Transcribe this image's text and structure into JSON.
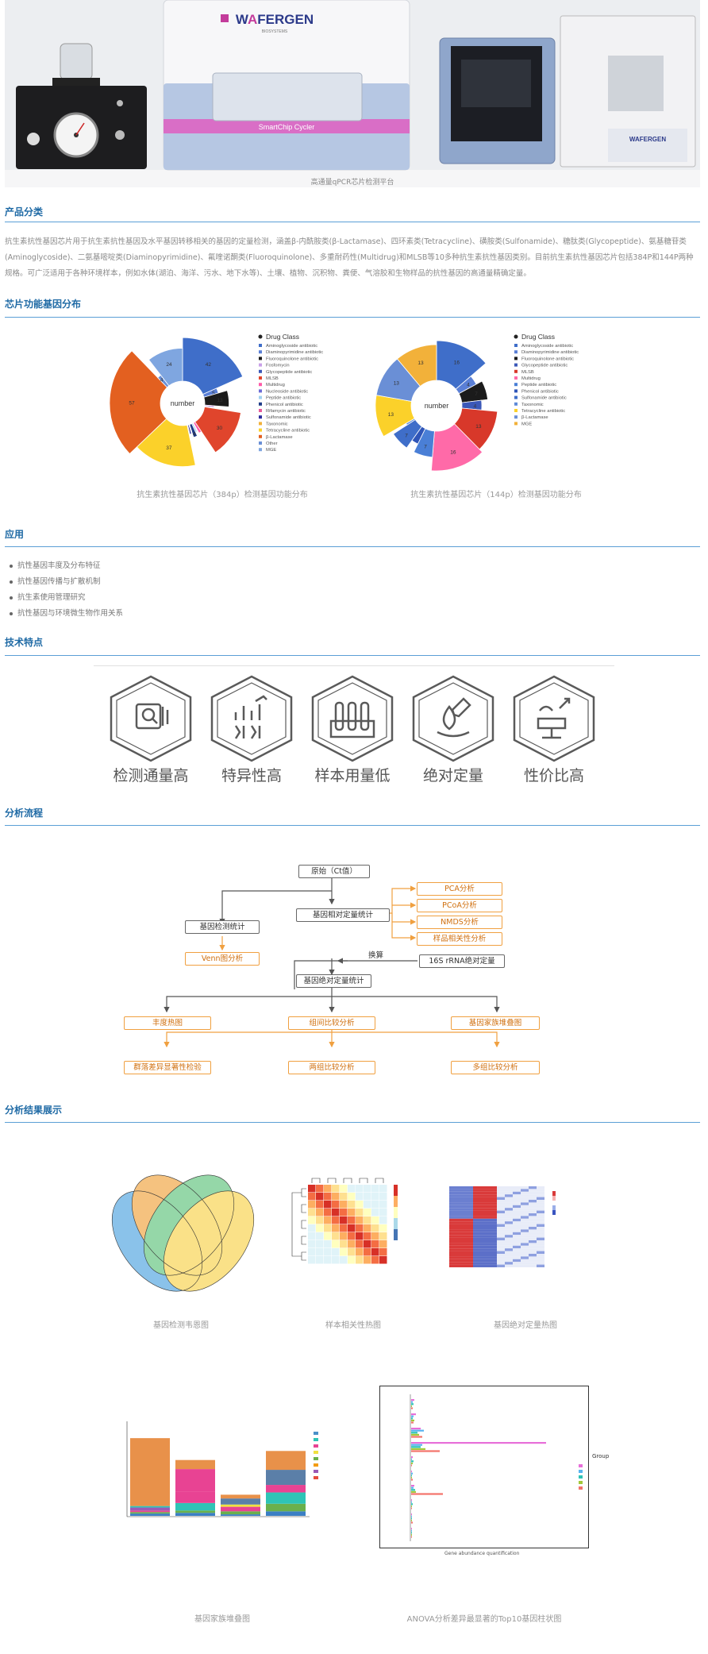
{
  "hero": {
    "brand_text": "WAFERGEN",
    "brand_sub": "BIOSYSTEMS",
    "device_label": "SmartChip Cycler",
    "caption": "高通量qPCR芯片检测平台"
  },
  "sections": {
    "product": "产品分类",
    "distribution": "芯片功能基因分布",
    "application": "应用",
    "features": "技术特点",
    "workflow": "分析流程",
    "results": "分析结果展示"
  },
  "product_text": "抗生素抗性基因芯片用于抗生素抗性基因及水平基因转移相关的基因的定量检测，涵盖β-内酰胺类(β-Lactamase)、四环素类(Tetracycline)、磺胺类(Sulfonamide)、糖肽类(Glycopeptide)、氨基糖苷类(Aminoglycoside)、二氨基嘧啶类(Diaminopyrimidine)、氟喹诺酮类(Fluoroquinolone)、多重耐药性(Multidrug)和MLSB等10多种抗生素抗性基因类别。目前抗生素抗性基因芯片包括384P和144P两种规格。可广泛适用于各种环境样本，例如水体(湖泊、海洋、污水、地下水等)、土壤、植物、沉积物、粪便、气溶胶和生物样品的抗性基因的高通量精确定量。",
  "charts": {
    "chart1_caption": "抗生素抗性基因芯片（384p）检测基因功能分布",
    "chart2_caption": "抗生素抗性基因芯片（144p）检测基因功能分布",
    "center_label": "number",
    "legend_title": "Drug Class"
  },
  "chart_data": [
    {
      "type": "pie",
      "title": "",
      "legend_title": "Drug Class",
      "categories": [
        "Aminoglycoside antibiotic",
        "Diaminopyrimidine antibiotic",
        "Fluoroquinolone antibiotic",
        "Fosfomycin",
        "Glycopeptide antibiotic",
        "MLSB",
        "Multidrug",
        "Nucleoside antibiotic",
        "Peptide antibiotic",
        "Phenicol antibiotic",
        "Rifamycin antibiotic",
        "Sulfonamide antibiotic",
        "Taxonomic",
        "Tetracycline antibiotic",
        "β-Lactamase",
        "Other",
        "MGE"
      ],
      "values": [
        42,
        5,
        13,
        2,
        1,
        30,
        3,
        1,
        2,
        4,
        1,
        2,
        1,
        37,
        57,
        4,
        24
      ],
      "colors": [
        "#3f6ec9",
        "#5a7fd6",
        "#1b1b1b",
        "#c9a0e8",
        "#3b58b8",
        "#e0452c",
        "#ff5aa8",
        "#6b6bd6",
        "#a0d0f0",
        "#1f3c88",
        "#e85a9a",
        "#2c2c9c",
        "#f2b13a",
        "#fbd12a",
        "#e36020",
        "#6a8fd6",
        "#7fa6e0"
      ]
    },
    {
      "type": "pie",
      "title": "",
      "legend_title": "Drug Class",
      "categories": [
        "Aminoglycoside antibiotic",
        "Diaminopyrimidine antibiotic",
        "Fluoroquinolone antibiotic",
        "Glycopeptide antibiotic",
        "MLSB",
        "Multidrug",
        "Peptide antibiotic",
        "Phenicol antibiotic",
        "Sulfonamide antibiotic",
        "Taxonomic",
        "Tetracycline antibiotic",
        "β-Lactamase",
        "MGE"
      ],
      "values": [
        16,
        4,
        7,
        4,
        13,
        16,
        7,
        3,
        7,
        1,
        13,
        13,
        13
      ],
      "colors": [
        "#3f6ec9",
        "#5a7fd6",
        "#1b1b1b",
        "#3b58b8",
        "#d8382a",
        "#ff6aa8",
        "#4a7fd6",
        "#2f55b8",
        "#3f6ec9",
        "#5e8ad8",
        "#fbd12a",
        "#6a8fd6",
        "#f2b13a"
      ]
    }
  ],
  "applications": [
    "抗性基因丰度及分布特征",
    "抗性基因传播与扩散机制",
    "抗生素使用管理研究",
    "抗性基因与环境微生物作用关系"
  ],
  "features": [
    {
      "label": "检测通量高",
      "icon": "chip-scan-icon"
    },
    {
      "label": "特异性高",
      "icon": "bar-chart-icon"
    },
    {
      "label": "样本用量低",
      "icon": "test-tube-icon"
    },
    {
      "label": "绝对定量",
      "icon": "dropper-icon"
    },
    {
      "label": "性价比高",
      "icon": "scale-icon"
    }
  ],
  "workflow": {
    "start": "原始（Ct值）",
    "relative": "基因相对定量统计",
    "pca": "PCA分析",
    "pcoa": "PCoA分析",
    "nmds": "NMDS分析",
    "sample_corr": "样品相关性分析",
    "detect_stat": "基因检测统计",
    "venn": "Venn图分析",
    "convert": "换算",
    "rrna": "16S rRNA绝对定量",
    "absolute": "基因绝对定量统计",
    "abundance": "丰度热图",
    "group_compare": "组间比较分析",
    "family_stack": "基因家族堆叠图",
    "group_diff": "群落差异显著性检验",
    "two_group": "两组比较分析",
    "multi_group": "多组比较分析"
  },
  "results": {
    "venn_caption": "基因检测韦恩图",
    "corr_caption": "样本相关性热图",
    "heat_caption": "基因绝对定量热图",
    "stack_caption": "基因家族堆叠图",
    "anova_caption": "ANOVA分析差异最显著的Top10基因柱状图",
    "anova_xlabel": "Gene abundance quantification",
    "group_label": "Group"
  }
}
